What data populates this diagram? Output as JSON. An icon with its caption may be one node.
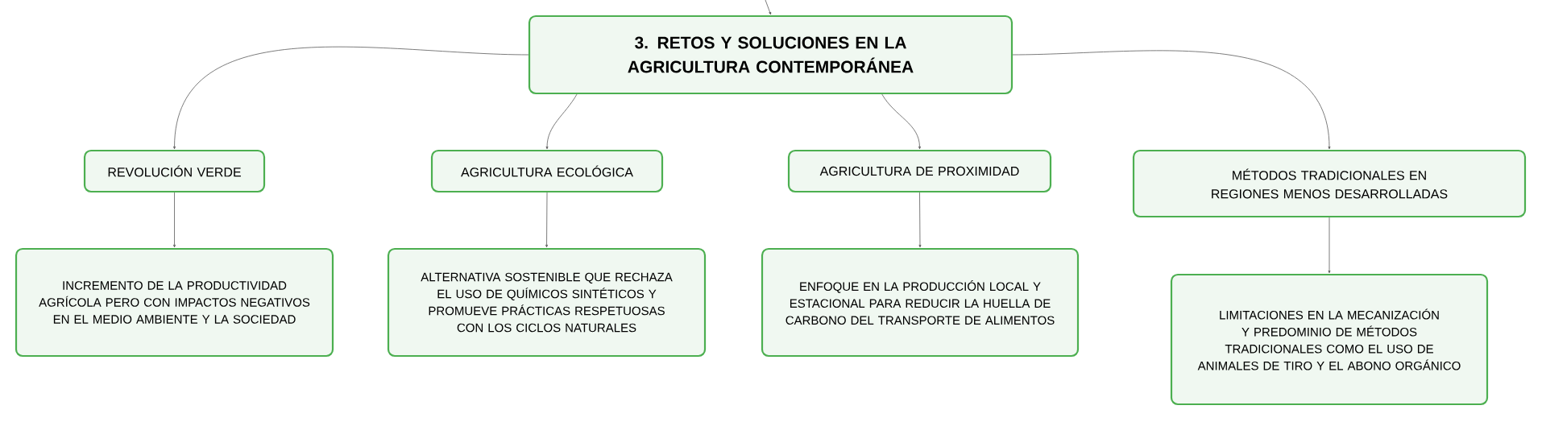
{
  "diagram": {
    "nodes": [
      {
        "text": [
          "3. RETOS Y SOLUCIONES EN LA AGRICULTURA CONTEMPORÁNEA"
        ]
      },
      {
        "text": [
          "REVOLUCIÓN VERDE"
        ]
      },
      {
        "text": [
          "AGRICULTURA ECOLÓGICA"
        ]
      },
      {
        "text": [
          "AGRICULTURA DE PROXIMIDAD"
        ]
      },
      {
        "text": [
          "MÉTODOS TRADICIONALES EN REGIONES MENOS DESARROLLADAS"
        ]
      },
      {
        "text": [
          "INCREMENTO DE LA PRODUCTIVIDAD AGRÍCOLA PERO CON IMPACTOS NEGATIVOS EN EL MEDIO AMBIENTE Y LA SOCIEDAD"
        ]
      },
      {
        "text": [
          "ALTERNATIVA SOSTENIBLE QUE RECHAZA EL USO DE QUÍMICOS SINTÉTICOS Y PROMUEVE PRÁCTICAS RESPETUOSAS CON LOS CICLOS NATURALES"
        ]
      },
      {
        "text": [
          "ENFOQUE EN LA PRODUCCIÓN LOCAL Y ESTACIONAL PARA REDUCIR LA HUELLA DE CARBONO DEL TRANSPORTE DE ALIMENTOS"
        ]
      },
      {
        "text": [
          "LIMITACIONES EN LA MECANIZACIÓN Y PREDOMINIO DE MÉTODOS TRADICIONALES COMO EL USO DE ANIMALES DE TIRO Y EL ABONO ORGÁNICO"
        ]
      }
    ],
    "edges": [
      {
        "from": null,
        "to": 0,
        "arrow": "to"
      },
      {
        "from": 0,
        "to": 1,
        "arrow": "to"
      },
      {
        "from": 0,
        "to": 2,
        "arrow": "to"
      },
      {
        "from": 0,
        "to": 3,
        "arrow": "to"
      },
      {
        "from": 0,
        "to": 4,
        "arrow": "to"
      },
      {
        "from": 1,
        "to": 5,
        "arrow": "to"
      },
      {
        "from": 2,
        "to": 6,
        "arrow": "to"
      },
      {
        "from": 3,
        "to": 7,
        "arrow": "to"
      },
      {
        "from": 4,
        "to": 8,
        "arrow": "to"
      }
    ]
  }
}
